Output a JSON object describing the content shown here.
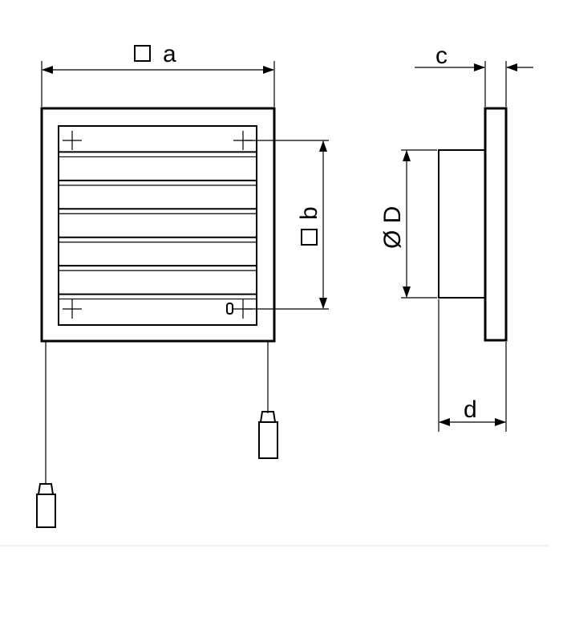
{
  "dimensions": {
    "a": {
      "symbol": "□",
      "letter": "a"
    },
    "b": {
      "symbol": "□",
      "letter": "b"
    },
    "c": {
      "letter": "c"
    },
    "d": {
      "letter": "d"
    },
    "D": {
      "symbol": "Ø",
      "letter": "D"
    }
  },
  "grille": {
    "louver_count": 7
  },
  "colors": {
    "line": "#000000",
    "background": "#ffffff"
  }
}
